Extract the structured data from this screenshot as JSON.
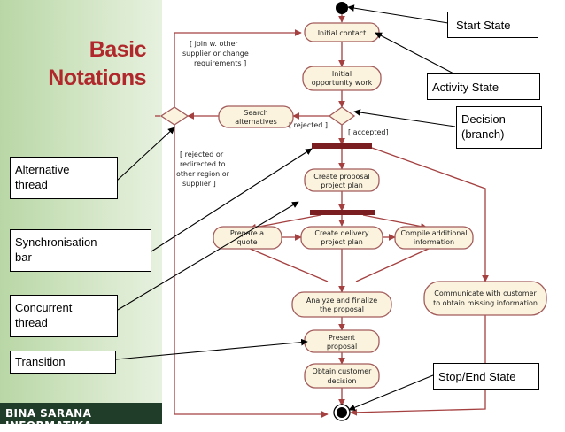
{
  "slide": {
    "title_line1": "Basic",
    "title_line2": "Notations",
    "footer_brand": "BINA SARANA INFORMATIKA",
    "colors": {
      "title": "#b0282b",
      "node_fill": "#fbf3dd",
      "node_border": "#a35c5c",
      "flow_line": "#a54040",
      "sync_bar": "#7a1e22"
    }
  },
  "diagram": {
    "nodes": {
      "initial_contact": "Initial contact",
      "initial_opportunity_1": "Initial",
      "initial_opportunity_2": "opportunity work",
      "search_alt_1": "Search",
      "search_alt_2": "alternatives",
      "create_proposal_1": "Create proposal",
      "create_proposal_2": "project plan",
      "prepare_quote_1": "Prepare a",
      "prepare_quote_2": "quote",
      "create_delivery_1": "Create delivery",
      "create_delivery_2": "project plan",
      "compile_info_1": "Compile additional",
      "compile_info_2": "information",
      "communicate_1": "Communicate with customer",
      "communicate_2": "to obtain missing information",
      "analyze_1": "Analyze and finalize",
      "analyze_2": "the proposal",
      "present_1": "Present",
      "present_2": "proposal",
      "obtain_1": "Obtain customer",
      "obtain_2": "decision"
    },
    "guards": {
      "join_1": "[ join w. other",
      "join_2": "supplier or change",
      "join_3": "requirements ]",
      "rejected": "[ rejected ]",
      "accepted": "[ accepted]",
      "redirect_1": "[ rejected or",
      "redirect_2": "redirected to",
      "redirect_3": "other region or",
      "redirect_4": "supplier ]"
    }
  },
  "callouts": {
    "start_state": "Start State",
    "activity_state": "Activity State",
    "decision_1": "Decision",
    "decision_2": "(branch)",
    "alternative_thread_1": "Alternative",
    "alternative_thread_2": "thread",
    "sync_bar_1": "Synchronisation",
    "sync_bar_2": "bar",
    "concurrent_thread_1": "Concurrent",
    "concurrent_thread_2": "thread",
    "transition": "Transition",
    "stop_state": "Stop/End State"
  }
}
